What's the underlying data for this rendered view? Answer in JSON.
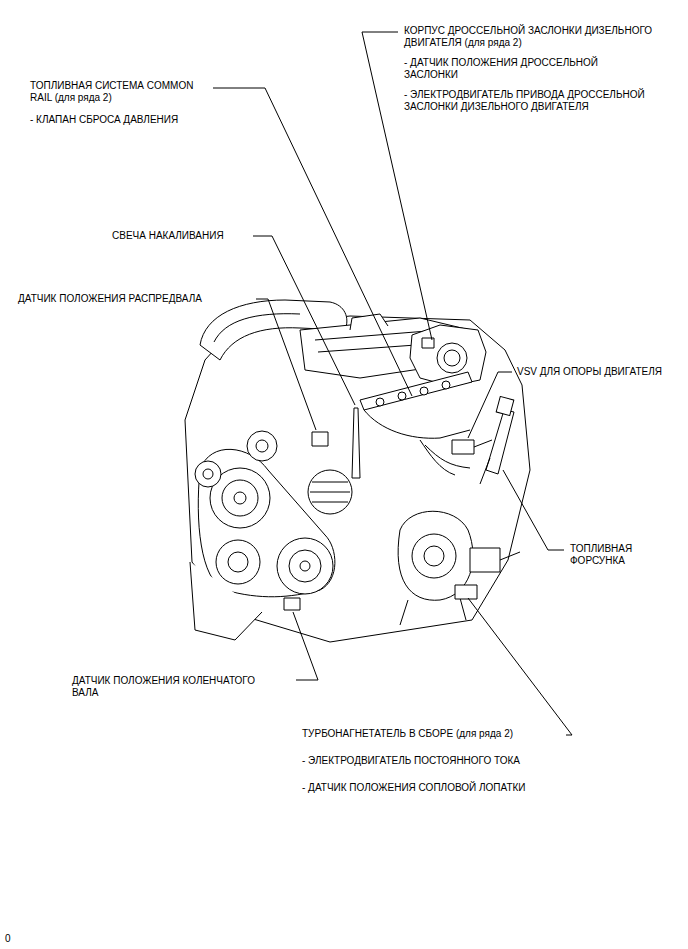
{
  "diagram": {
    "labels": [
      "КОРПУС ДРОССЕЛЬНОЙ ЗАСЛОНКИ ДИЗЕЛЬНОГО ДВИГАТЕЛЯ (для ряда 2)",
      "- ДАТЧИК ПОЛОЖЕНИЯ ДРОССЕЛЬНОЙ ЗАСЛОНКИ",
      "- ЭЛЕКТРОДВИГАТЕЛЬ ПРИВОДА ДРОССЕЛЬНОЙ ЗАСЛОНКИ ДИЗЕЛЬНОГО ДВИГАТЕЛЯ",
      "ТОПЛИВНАЯ СИСТЕМА COMMON RAIL (для ряда 2)",
      "- КЛАПАН СБРОСА ДАВЛЕНИЯ",
      "СВЕЧА НАКАЛИВАНИЯ",
      "ДАТЧИК ПОЛОЖЕНИЯ РАСПРЕДВАЛА",
      "VSV ДЛЯ ОПОРЫ ДВИГАТЕЛЯ",
      "ТОПЛИВНАЯ ФОРСУНКА",
      "ДАТЧИК ПОЛОЖЕНИЯ КОЛЕНЧАТОГО ВАЛА",
      "ТУРБОНАГНЕТАТЕЛЬ В СБОРЕ (для ряда 2)",
      "- ЭЛЕКТРОДВИГАТЕЛЬ ПОСТОЯННОГО ТОКА",
      "- ДАТЧИК ПОЛОЖЕНИЯ СОПЛОВОЙ ЛОПАТКИ",
      "0"
    ]
  }
}
